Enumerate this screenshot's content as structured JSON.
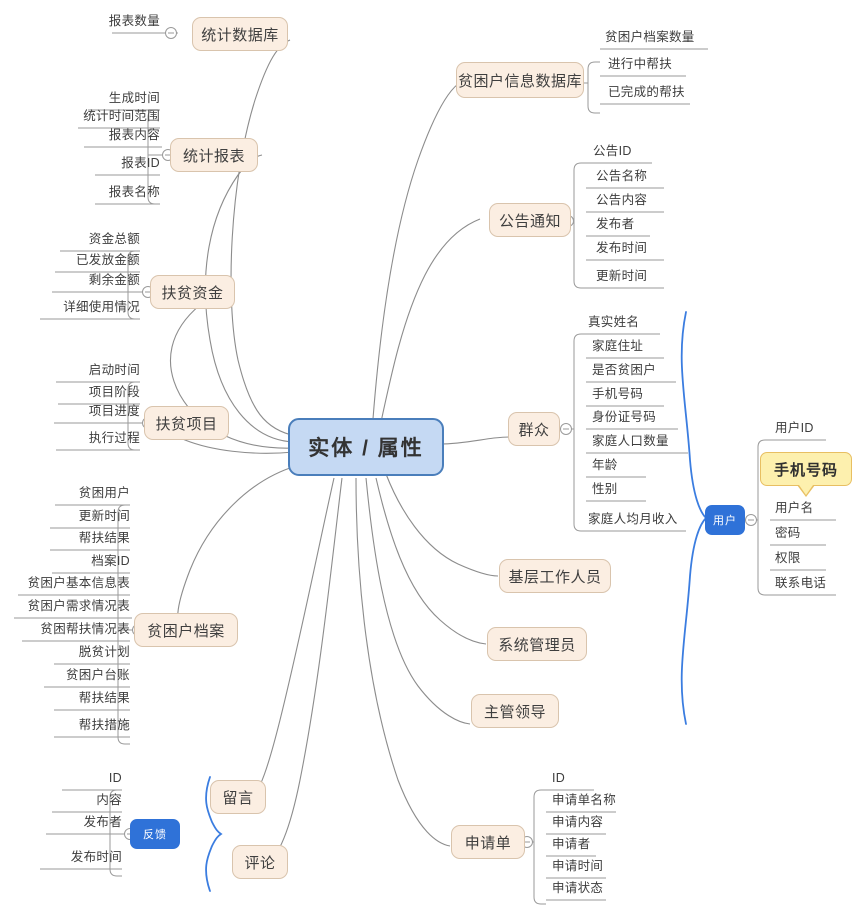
{
  "diagram": {
    "type": "mindmap",
    "root": {
      "label": "实体 / 属性"
    },
    "colors": {
      "root_fill": "#c5d9f3",
      "root_border": "#4a7ebb",
      "topic_fill": "#fbeee2",
      "topic_border": "#d9c4ad",
      "blue_pill_fill": "#2f72d8",
      "callout_fill": "#fdf0ae",
      "callout_border": "#e8bf62",
      "wire": "#8c8c8c",
      "brace": "#3b7de0"
    },
    "branches": [
      {
        "id": "tongji-shujuku",
        "label": "统计数据库",
        "side": "left",
        "attributes": [
          "报表数量"
        ]
      },
      {
        "id": "tongji-baobiao",
        "label": "统计报表",
        "side": "left",
        "attributes": [
          "生成时间",
          "统计时间范围",
          "报表内容",
          "报表ID",
          "报表名称"
        ]
      },
      {
        "id": "fupin-zijin",
        "label": "扶贫资金",
        "side": "left",
        "attributes": [
          "资金总额",
          "已发放金额",
          "剩余金额",
          "详细使用情况"
        ]
      },
      {
        "id": "fupin-xiangmu",
        "label": "扶贫项目",
        "side": "left",
        "attributes": [
          "启动时间",
          "项目阶段",
          "项目进度",
          "执行过程"
        ]
      },
      {
        "id": "pinkunhu-dangan",
        "label": "贫困户档案",
        "side": "left",
        "attributes": [
          "贫困用户",
          "更新时间",
          "帮扶结果",
          "档案ID",
          "贫困户基本信息表",
          "贫困户需求情况表",
          "贫困帮扶情况表",
          "脱贫计划",
          "贫困户台账",
          "帮扶结果",
          "帮扶措施"
        ]
      },
      {
        "id": "liuyan",
        "label": "留言",
        "side": "left-bottom",
        "attributes": []
      },
      {
        "id": "pinglun",
        "label": "评论",
        "side": "left-bottom",
        "attributes": []
      },
      {
        "id": "pinkunhu-xinxi-shujuku",
        "label": "贫困户信息数据库",
        "side": "right",
        "attributes": [
          "贫困户档案数量",
          "进行中帮扶",
          "已完成的帮扶"
        ]
      },
      {
        "id": "gonggao-tongzhi",
        "label": "公告通知",
        "side": "right",
        "attributes": [
          "公告ID",
          "公告名称",
          "公告内容",
          "发布者",
          "发布时间",
          "更新时间"
        ]
      },
      {
        "id": "qunzhong",
        "label": "群众",
        "side": "right",
        "attributes": [
          "真实姓名",
          "家庭住址",
          "是否贫困户",
          "手机号码",
          "身份证号码",
          "家庭人口数量",
          "年龄",
          "性别",
          "家庭人均月收入"
        ]
      },
      {
        "id": "jiceng-gongzuo-renyuan",
        "label": "基层工作人员",
        "side": "right",
        "attributes": []
      },
      {
        "id": "xitong-guanliyuan",
        "label": "系统管理员",
        "side": "right",
        "attributes": []
      },
      {
        "id": "zhuguan-lingdao",
        "label": "主管领导",
        "side": "right",
        "attributes": []
      },
      {
        "id": "shenqingdan",
        "label": "申请单",
        "side": "right-bottom",
        "attributes": [
          "ID",
          "申请单名称",
          "申请内容",
          "申请者",
          "申请时间",
          "申请状态"
        ]
      }
    ],
    "summaries": [
      {
        "id": "fankui",
        "label": "反馈",
        "style": "blue-pill",
        "side": "left",
        "covers": [
          "留言",
          "评论"
        ],
        "attributes": [
          "ID",
          "内容",
          "发布者",
          "发布时间"
        ]
      },
      {
        "id": "yonghu",
        "label": "用户",
        "style": "blue-pill",
        "side": "right",
        "covers": [
          "群众",
          "基层工作人员",
          "系统管理员",
          "主管领导"
        ],
        "attributes": [
          "用户ID",
          "用户名",
          "密码",
          "权限",
          "联系电话"
        ]
      }
    ],
    "callout": {
      "label": "手机号码",
      "anchor": "用户名"
    }
  }
}
